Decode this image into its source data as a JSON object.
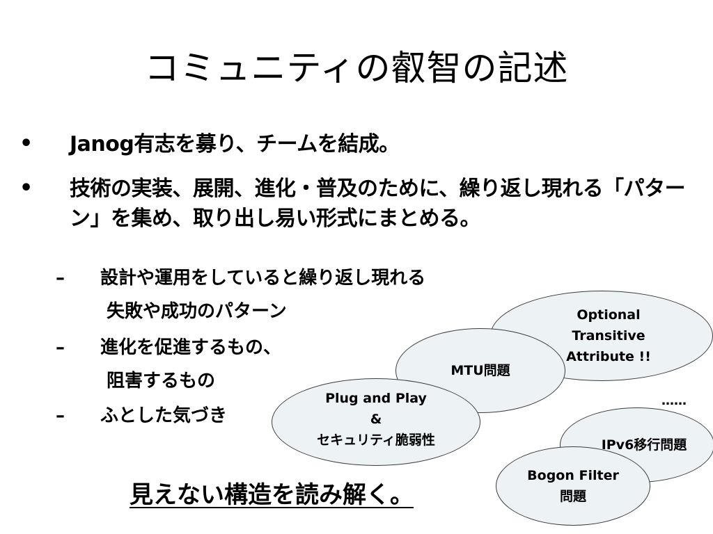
{
  "title": "コミュニティの叡智の記述",
  "bullets": [
    {
      "marker": "•",
      "text": "Janog有志を募り、チームを結成。"
    },
    {
      "marker": "•",
      "text": "技術の実装、展開、進化・普及のために、繰り返し現れる「パターン」を集め、取り出し易い形式にまとめる。"
    }
  ],
  "subbullets": [
    {
      "marker": "–",
      "text": "設計や運用をしていると繰り返し現れる\n 失敗や成功のパターン"
    },
    {
      "marker": "–",
      "text": "進化を促進するもの、\n 阻害するもの"
    },
    {
      "marker": "–",
      "text": "ふとした気づき"
    }
  ],
  "bubbles": {
    "optional": "Optional\nTransitive\nAttribute !!",
    "mtu": "MTU問題",
    "plug": "Plug and Play\n&\nセキュリティ脆弱性",
    "ipv6": "IPv6移行問題",
    "bogon": "Bogon Filter\n問題",
    "ellipsis": "……"
  },
  "footer": "見えない構造を読み解く。",
  "colors": {
    "bubble_fill": "#edf3f5",
    "bubble_stroke": "#3c3c3c",
    "text": "#000000"
  }
}
